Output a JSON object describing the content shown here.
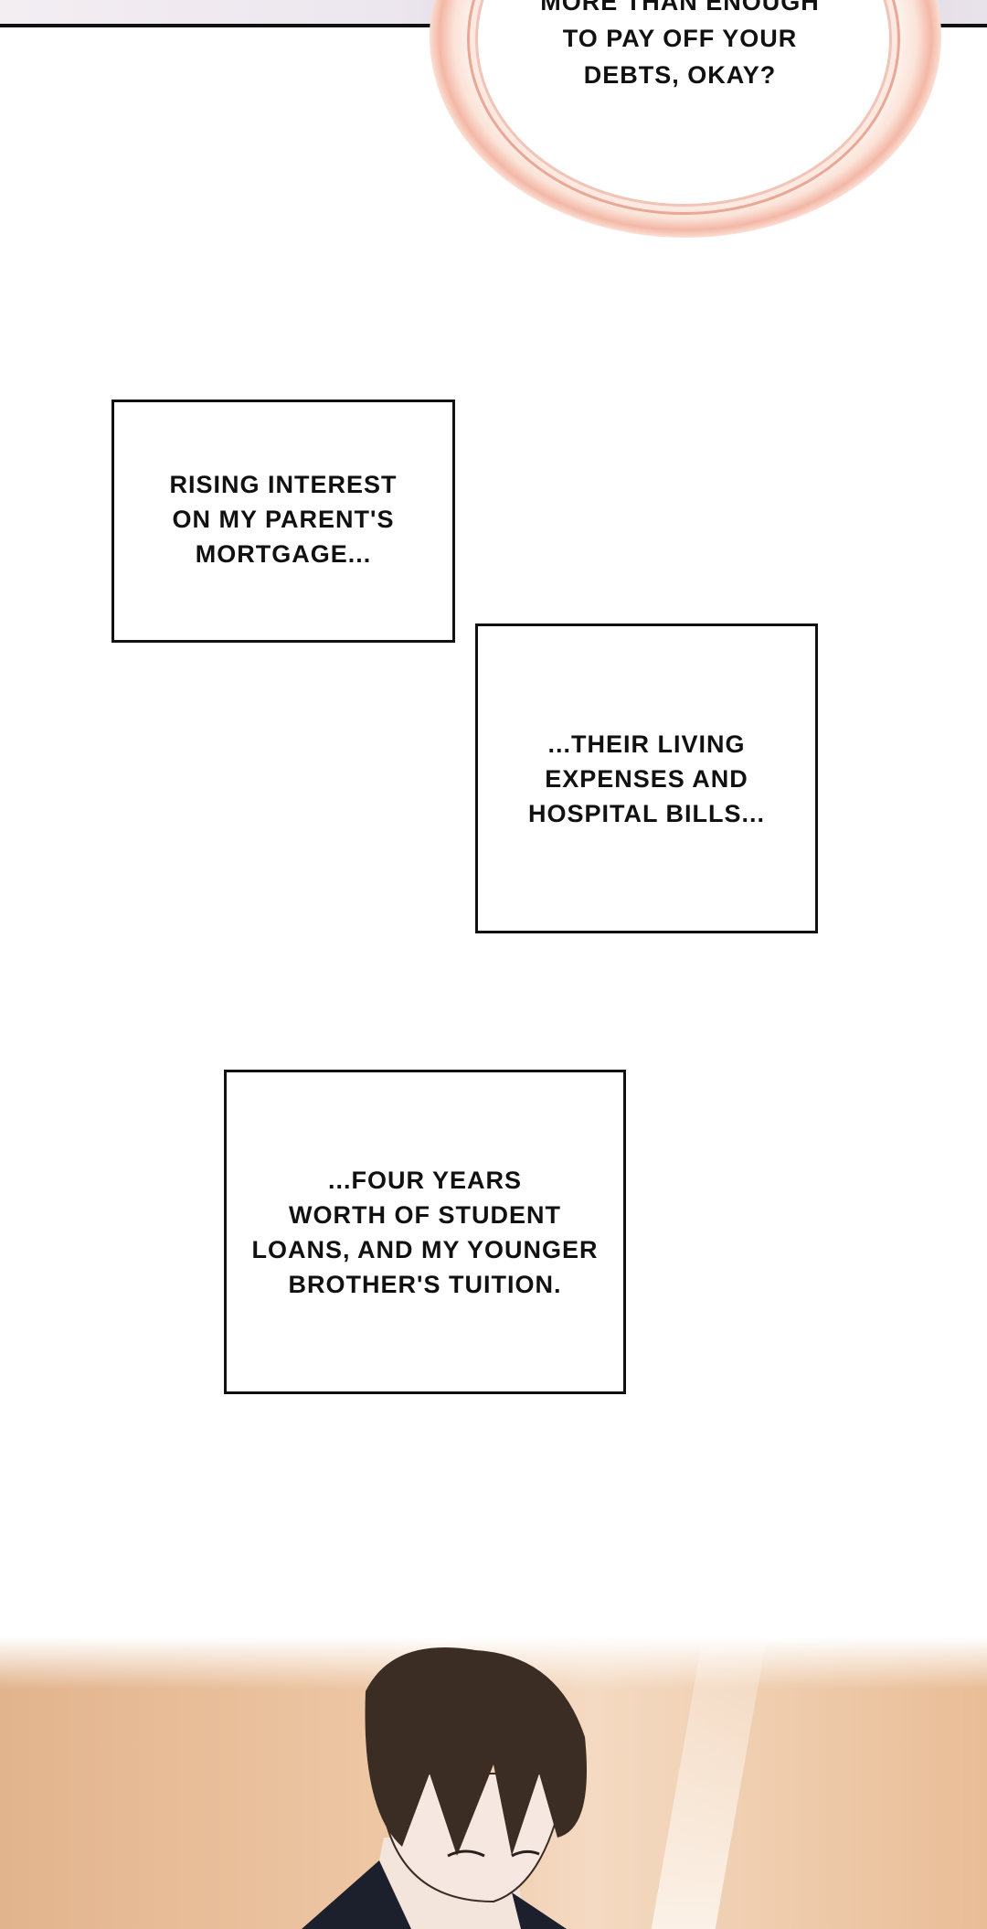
{
  "speech_bubble": {
    "lines": [
      "MORE THAN ENOUGH",
      "TO PAY OFF YOUR",
      "DEBTS, OKAY?"
    ]
  },
  "narration_boxes": [
    {
      "lines": [
        "RISING INTEREST",
        "ON MY PARENT'S",
        "MORTGAGE..."
      ]
    },
    {
      "lines": [
        "...THEIR LIVING",
        "EXPENSES AND",
        "HOSPITAL BILLS..."
      ]
    },
    {
      "lines": [
        "...FOUR YEARS",
        "WORTH OF STUDENT",
        "LOANS, AND MY YOUNGER",
        "BROTHER'S TUITION."
      ]
    }
  ]
}
